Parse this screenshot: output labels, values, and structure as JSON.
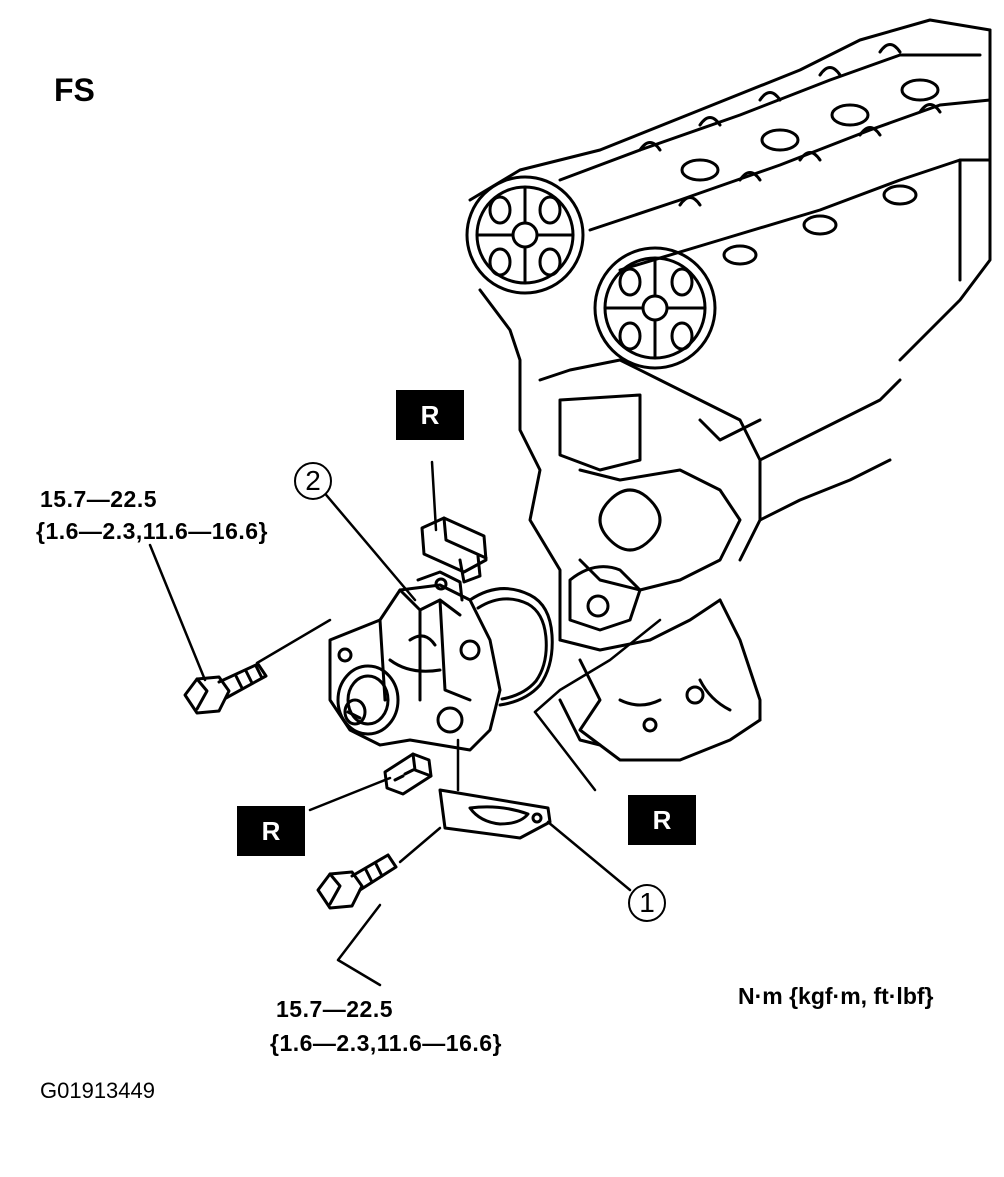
{
  "diagram": {
    "engine_code": "FS",
    "units": "N·m {kgf·m, ft·lbf}",
    "figure_id": "G01913449",
    "torque_upper": {
      "line1": "15.7—22.5",
      "line2": "{1.6—2.3,11.6—16.6}"
    },
    "torque_lower": {
      "line1": "15.7—22.5",
      "line2": "{1.6—2.3,11.6—16.6}"
    },
    "replace_label": "R",
    "callouts": {
      "part1": "1",
      "part2": "2"
    }
  }
}
